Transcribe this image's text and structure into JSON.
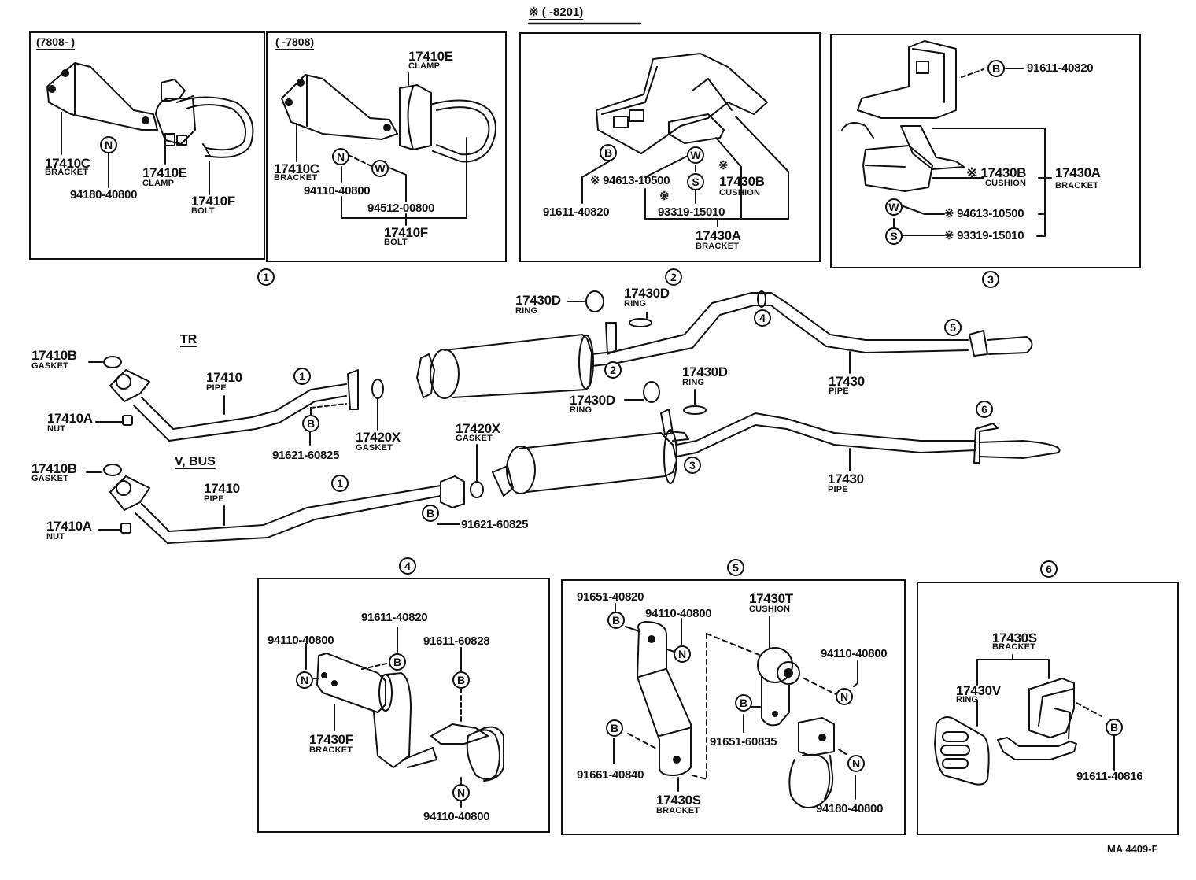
{
  "header": {
    "note": "※ (       -8201)"
  },
  "footer": {
    "code": "MA  4409-F"
  },
  "ref_markers": {
    "r1": "1",
    "r2": "2",
    "r3": "3",
    "r4": "4",
    "r5": "5",
    "r6": "6"
  },
  "fastener_symbols": {
    "bolt": "B",
    "nut": "N",
    "washer": "W",
    "spring": "S"
  },
  "detail_1a": {
    "title": "(7808-       )",
    "bracket": {
      "part": "17410C",
      "name": "BRACKET"
    },
    "clamp": {
      "part": "17410E",
      "name": "CLAMP"
    },
    "nut": "94180-40800",
    "bolt": {
      "part": "17410F",
      "name": "BOLT"
    }
  },
  "detail_1b": {
    "title": "(       -7808)",
    "clamp": {
      "part": "17410E",
      "name": "CLAMP"
    },
    "bracket": {
      "part": "17410C",
      "name": "BRACKET"
    },
    "nut": "94110-40800",
    "washer": "94512-00800",
    "bolt": {
      "part": "17410F",
      "name": "BOLT"
    }
  },
  "detail_2": {
    "bolt": "91611-40820",
    "washer": "※ 94613-10500",
    "spring_mark": "※",
    "spring": "93319-15010",
    "cushion_mark": "※",
    "cushion": {
      "part": "17430B",
      "name": "CUSHION"
    },
    "bracket": {
      "part": "17430A",
      "name": "BRACKET"
    }
  },
  "detail_3": {
    "bolt": "91611-40820",
    "cushion": {
      "part": "※ 17430B",
      "name": "CUSHION"
    },
    "bracket": {
      "part": "17430A",
      "name": "BRACKET"
    },
    "washer": "※ 94613-10500",
    "spring": "※ 93319-15010"
  },
  "main": {
    "tr_label": "TR",
    "vbus_label": "V, BUS",
    "tr": {
      "gasket": {
        "part": "17410B",
        "name": "GASKET"
      },
      "nut": {
        "part": "17410A",
        "name": "NUT"
      },
      "pipe": {
        "part": "17410",
        "name": "PIPE"
      },
      "bolt": "91621-60825",
      "gasket2": {
        "part": "17420X",
        "name": "GASKET"
      },
      "ring1": {
        "part": "17430D",
        "name": "RING"
      },
      "ring2": {
        "part": "17430D",
        "name": "RING"
      },
      "tail": {
        "part": "17430",
        "name": "PIPE"
      }
    },
    "vbus": {
      "gasket": {
        "part": "17410B",
        "name": "GASKET"
      },
      "nut": {
        "part": "17410A",
        "name": "NUT"
      },
      "pipe": {
        "part": "17410",
        "name": "PIPE"
      },
      "gasket2": {
        "part": "17420X",
        "name": "GASKET"
      },
      "bolt": "91621-60825",
      "ring1": {
        "part": "17430D",
        "name": "RING"
      },
      "ring2": {
        "part": "17430D",
        "name": "RING"
      },
      "tail": {
        "part": "17430",
        "name": "PIPE"
      }
    }
  },
  "detail_4": {
    "bolt1": "91611-40820",
    "nut1": "94110-40800",
    "bolt2": "91611-60828",
    "bracket": {
      "part": "17430F",
      "name": "BRACKET"
    },
    "nut2": "94110-40800"
  },
  "detail_5": {
    "bolt1": "91651-40820",
    "nut1": "94110-40800",
    "cushion": {
      "part": "17430T",
      "name": "CUSHION"
    },
    "nut2": "94110-40800",
    "bolt2": "91651-60835",
    "bolt3": "91661-40840",
    "bracket": {
      "part": "17430S",
      "name": "BRACKET"
    },
    "nut3": "94180-40800"
  },
  "detail_6": {
    "bracket": {
      "part": "17430S",
      "name": "BRACKET"
    },
    "ring": {
      "part": "17430V",
      "name": "RING"
    },
    "bolt": "91611-40816"
  }
}
